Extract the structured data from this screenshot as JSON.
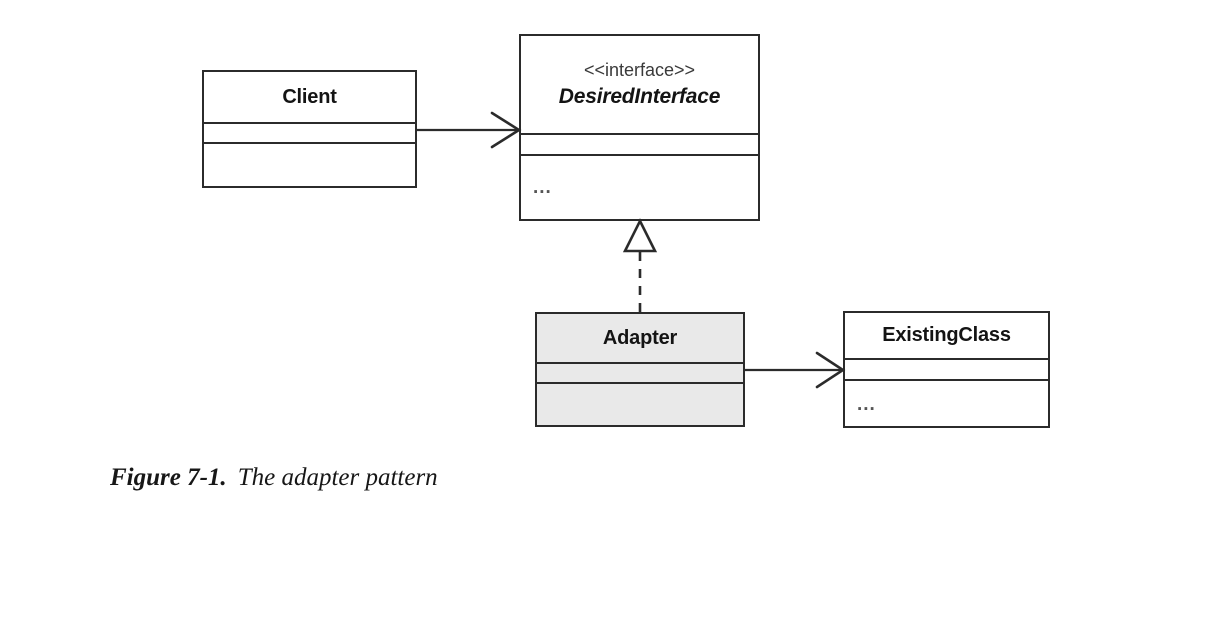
{
  "figure": {
    "caption_label": "Figure 7-1.",
    "caption_text": "The adapter pattern",
    "background_color": "#ffffff",
    "line_color": "#2b2b2b"
  },
  "diagram": {
    "type": "uml-class-diagram",
    "title": "The adapter pattern",
    "classes": [
      {
        "id": "client",
        "name": "Client",
        "stereotype": "",
        "fill": "#ffffff",
        "compartments": [
          "",
          ""
        ]
      },
      {
        "id": "desired-interface",
        "name": "DesiredInterface",
        "stereotype": "<<interface>>",
        "fill": "#ffffff",
        "compartments": [
          "",
          "..."
        ]
      },
      {
        "id": "adapter",
        "name": "Adapter",
        "stereotype": "",
        "fill": "#e9e9e9",
        "compartments": [
          "",
          ""
        ]
      },
      {
        "id": "existing-class",
        "name": "ExistingClass",
        "stereotype": "",
        "fill": "#ffffff",
        "compartments": [
          "",
          "..."
        ]
      }
    ],
    "relationships": [
      {
        "id": "client-uses-desiredinterface",
        "from": "client",
        "to": "desired-interface",
        "kind": "association",
        "line": "solid",
        "arrowhead": "open"
      },
      {
        "id": "adapter-realizes-desiredinterface",
        "from": "adapter",
        "to": "desired-interface",
        "kind": "realization",
        "line": "dashed",
        "arrowhead": "hollow-triangle"
      },
      {
        "id": "adapter-uses-existingclass",
        "from": "adapter",
        "to": "existing-class",
        "kind": "association",
        "line": "solid",
        "arrowhead": "open"
      }
    ]
  },
  "labels": {
    "ellipsis": "..."
  }
}
